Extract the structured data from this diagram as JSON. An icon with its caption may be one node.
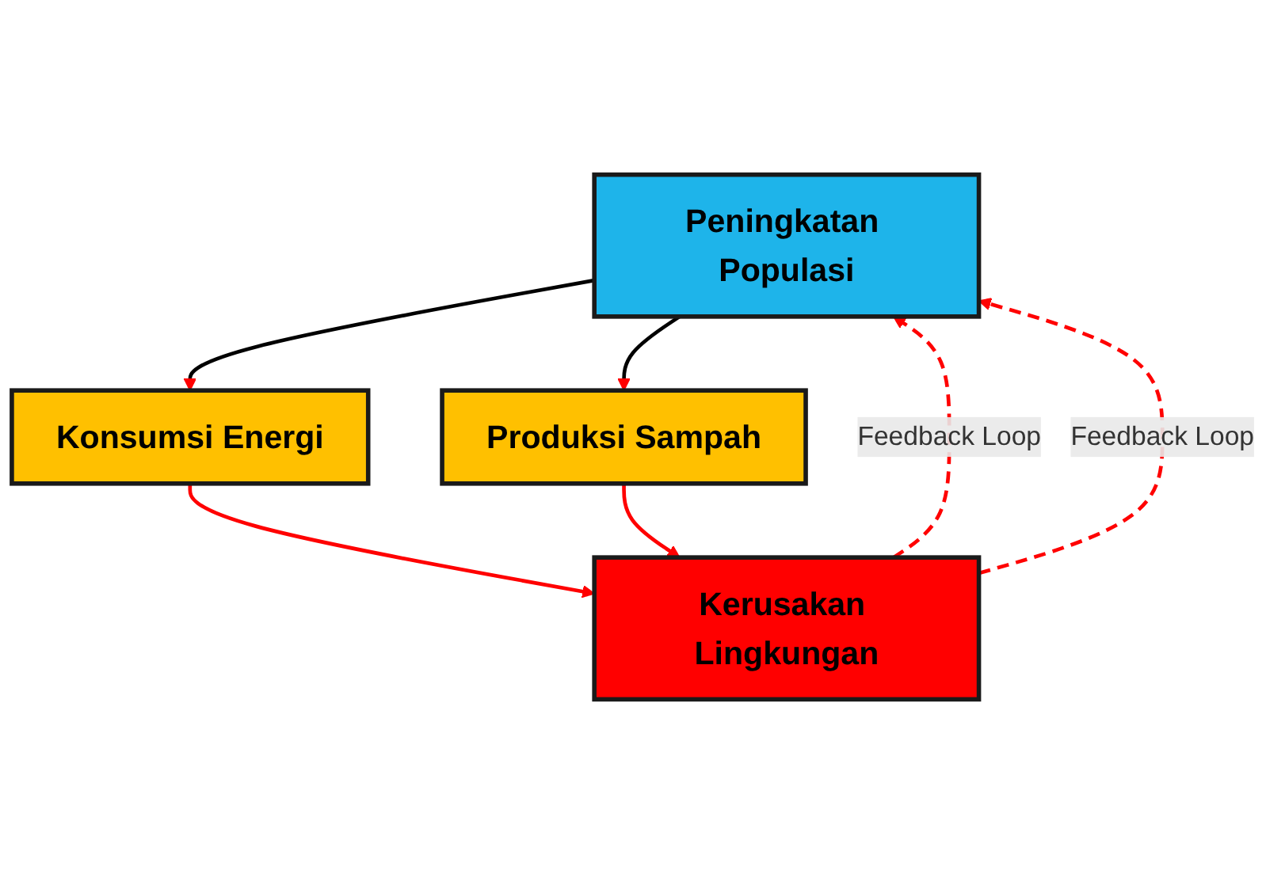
{
  "diagram": {
    "nodes": [
      {
        "text": [
          "Peningkatan Populasi"
        ]
      },
      {
        "text": [
          "Konsumsi Energi"
        ]
      },
      {
        "text": [
          "Produksi Sampah"
        ]
      },
      {
        "text": [
          "Kerusakan Lingkungan"
        ]
      }
    ],
    "edges": [
      {
        "from": 0,
        "to": 1,
        "arrow": "to",
        "color": "#000000"
      },
      {
        "from": 0,
        "to": 2,
        "arrow": "to",
        "color": "#000000"
      },
      {
        "from": 1,
        "to": 3,
        "arrow": "to"
      },
      {
        "from": 2,
        "to": 3,
        "arrow": "to"
      },
      {
        "from": 3,
        "to": 0,
        "arrow": "to",
        "style": "dashed",
        "label": "Feedback Loop"
      },
      {
        "from": 3,
        "to": 0,
        "arrow": "to",
        "style": "dashed",
        "label": "Feedback Loop"
      }
    ]
  }
}
